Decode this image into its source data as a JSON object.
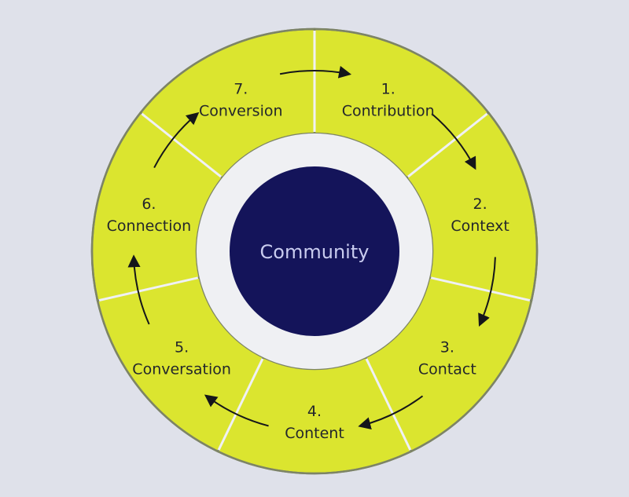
{
  "center_label": "Community",
  "segments": [
    {
      "number": "1.",
      "label": "Contribution"
    },
    {
      "number": "2.",
      "label": "Context"
    },
    {
      "number": "3.",
      "label": "Contact"
    },
    {
      "number": "4.",
      "label": "Content"
    },
    {
      "number": "5.",
      "label": "Conversation"
    },
    {
      "number": "6.",
      "label": "Connection"
    },
    {
      "number": "7.",
      "label": "Conversion"
    }
  ],
  "colors": {
    "background": "#dfe1ea",
    "ring_fill": "#dbe52f",
    "inner_ring": "#eff0f3",
    "hub_fill": "#14145a",
    "hub_text": "#c9ccef",
    "arrow": "#15161a"
  }
}
